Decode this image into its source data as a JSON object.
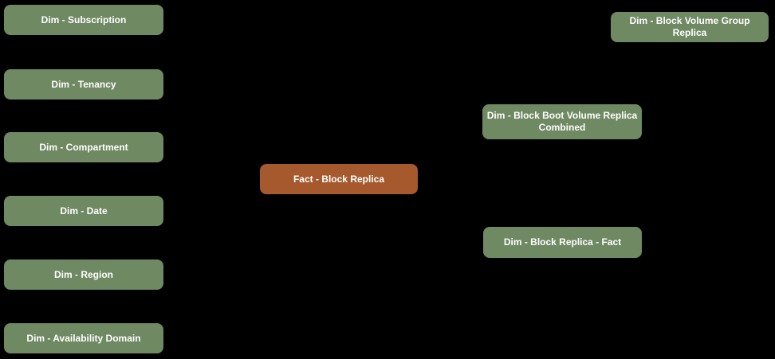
{
  "canvas": {
    "background": "#000000"
  },
  "palette": {
    "dimension_fill": "#6F8963",
    "fact_fill": "#A5592C",
    "label_text": "#FFFFFF"
  },
  "diagram": {
    "kind": "data-model",
    "nodes": [
      {
        "label": "Dim - Subscription",
        "role": "dimension"
      },
      {
        "label": "Dim - Tenancy",
        "role": "dimension"
      },
      {
        "label": "Dim - Compartment",
        "role": "dimension"
      },
      {
        "label": "Dim - Date",
        "role": "dimension"
      },
      {
        "label": "Dim - Region",
        "role": "dimension"
      },
      {
        "label": "Dim - Availability Domain",
        "role": "dimension"
      },
      {
        "label": "Fact - Block Replica",
        "role": "fact"
      },
      {
        "label": "Dim - Block Volume Group Replica",
        "role": "dimension"
      },
      {
        "label": "Dim - Block Boot Volume Replica\nCombined",
        "role": "dimension"
      },
      {
        "label": "Dim - Block Replica - Fact",
        "role": "dimension"
      }
    ]
  }
}
